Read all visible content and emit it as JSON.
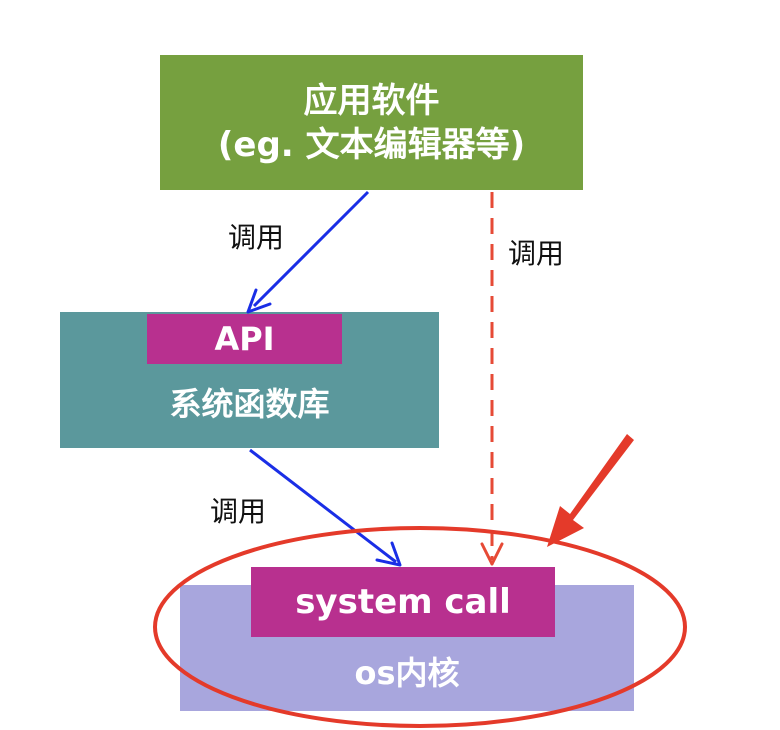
{
  "app": {
    "line1": "应用软件",
    "line2": "(eg. 文本编辑器等)"
  },
  "api": {
    "label": "API"
  },
  "library": {
    "label": "系统函数库"
  },
  "syscall": {
    "label": "system call"
  },
  "kernel": {
    "label": "os内核"
  },
  "edges": {
    "app_to_api": "调用",
    "app_to_syscall": "调用",
    "lib_to_syscall": "调用"
  },
  "colors": {
    "app": "#76a03f",
    "library": "#5b989c",
    "api": "#b8308f",
    "syscall": "#b8308f",
    "kernel": "#a8a6dd",
    "arrow_blue": "#1a2ee6",
    "arrow_dashed": "#e64a36",
    "highlight": "#e43a2a"
  }
}
